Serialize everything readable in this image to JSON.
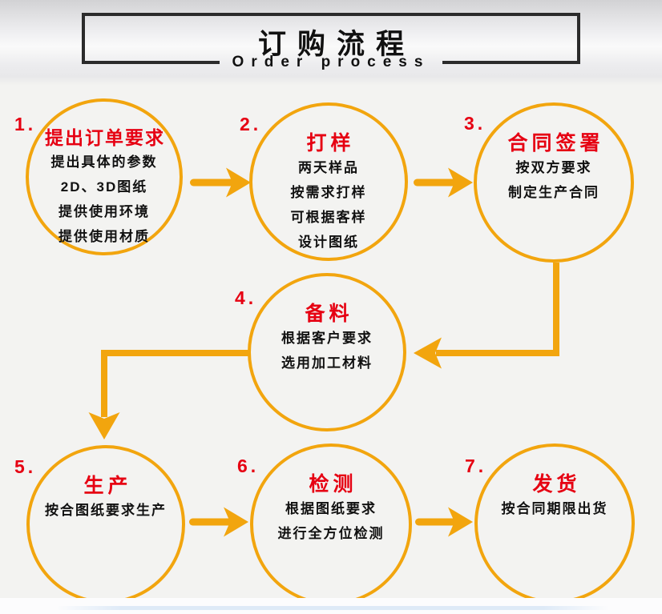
{
  "header": {
    "title": "订购流程",
    "subtitle": "Order process"
  },
  "steps": [
    {
      "number": "1.",
      "title": "提出订单要求",
      "lines": [
        "提出具体的参数",
        "2D、3D图纸",
        "提供使用环境",
        "提供使用材质"
      ]
    },
    {
      "number": "2.",
      "title": "打样",
      "lines": [
        "两天样品",
        "按需求打样",
        "可根据客样",
        "设计图纸"
      ]
    },
    {
      "number": "3.",
      "title": "合同签署",
      "lines": [
        "按双方要求",
        "制定生产合同"
      ]
    },
    {
      "number": "4.",
      "title": "备料",
      "lines": [
        "根据客户要求",
        "选用加工材料"
      ]
    },
    {
      "number": "5.",
      "title": "生产",
      "lines": [
        "按合图纸要求生产"
      ]
    },
    {
      "number": "6.",
      "title": "检测",
      "lines": [
        "根据图纸要求",
        "进行全方位检测"
      ]
    },
    {
      "number": "7.",
      "title": "发货",
      "lines": [
        "按合同期限出货"
      ]
    }
  ],
  "colors": {
    "accent": "#f2a50e",
    "step_red": "#e60012",
    "box_border": "#2b2b2b"
  }
}
